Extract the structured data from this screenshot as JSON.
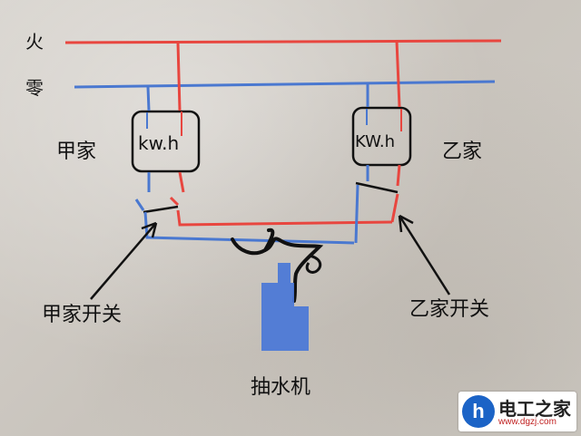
{
  "labels": {
    "live": "火",
    "neutral": "零",
    "house_a": "甲家",
    "house_b": "乙家",
    "meter_a": "kw.h",
    "meter_b": "KW.h",
    "switch_a": "甲家开关",
    "switch_b": "乙家开关",
    "pump": "抽水机"
  },
  "watermark": {
    "logo_letter": "h",
    "title": "电工之家",
    "url": "www.dgzj.com"
  },
  "colors": {
    "live_wire": "#e8463f",
    "neutral_wire": "#4a78d0",
    "pump": "#4a78d8",
    "ink": "#111111"
  }
}
